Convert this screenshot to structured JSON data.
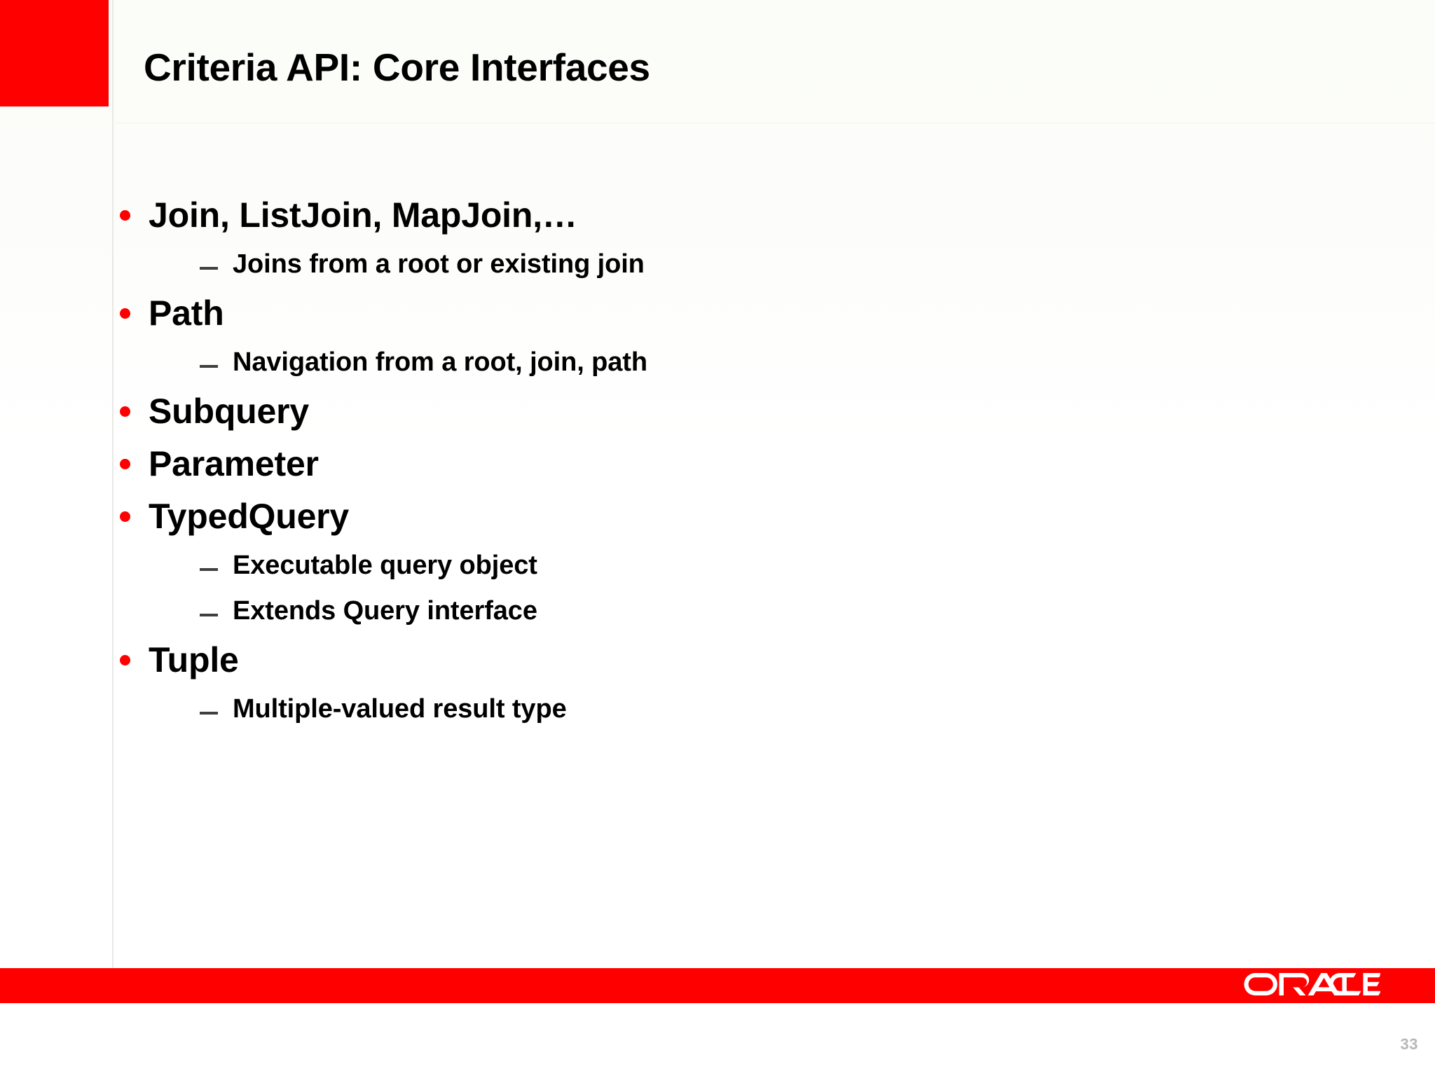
{
  "slide": {
    "title": "Criteria API: Core Interfaces",
    "page_number": "33",
    "accent_color": "#ff0000",
    "bullet_color": "#ff0000",
    "dash_color": "#3f3f3f",
    "text_color": "#000000",
    "page_number_color": "#b8b8b8",
    "background_color": "#fbfdf8"
  },
  "content": {
    "bullets": [
      {
        "label": "Join, ListJoin, MapJoin,…",
        "sub": [
          {
            "label": "Joins from a root or existing join"
          }
        ]
      },
      {
        "label": "Path",
        "sub": [
          {
            "label": "Navigation from a root, join, path"
          }
        ]
      },
      {
        "label": "Subquery",
        "sub": []
      },
      {
        "label": "Parameter",
        "sub": []
      },
      {
        "label": "TypedQuery",
        "sub": [
          {
            "label": "Executable query object"
          },
          {
            "label": "Extends Query interface"
          }
        ]
      },
      {
        "label": "Tuple",
        "sub": [
          {
            "label": "Multiple-valued result type"
          }
        ]
      }
    ]
  },
  "footer": {
    "logo_text": "ORACLE",
    "logo_trademark": "®",
    "bar_color": "#ff0000",
    "logo_color": "#ffffff"
  }
}
